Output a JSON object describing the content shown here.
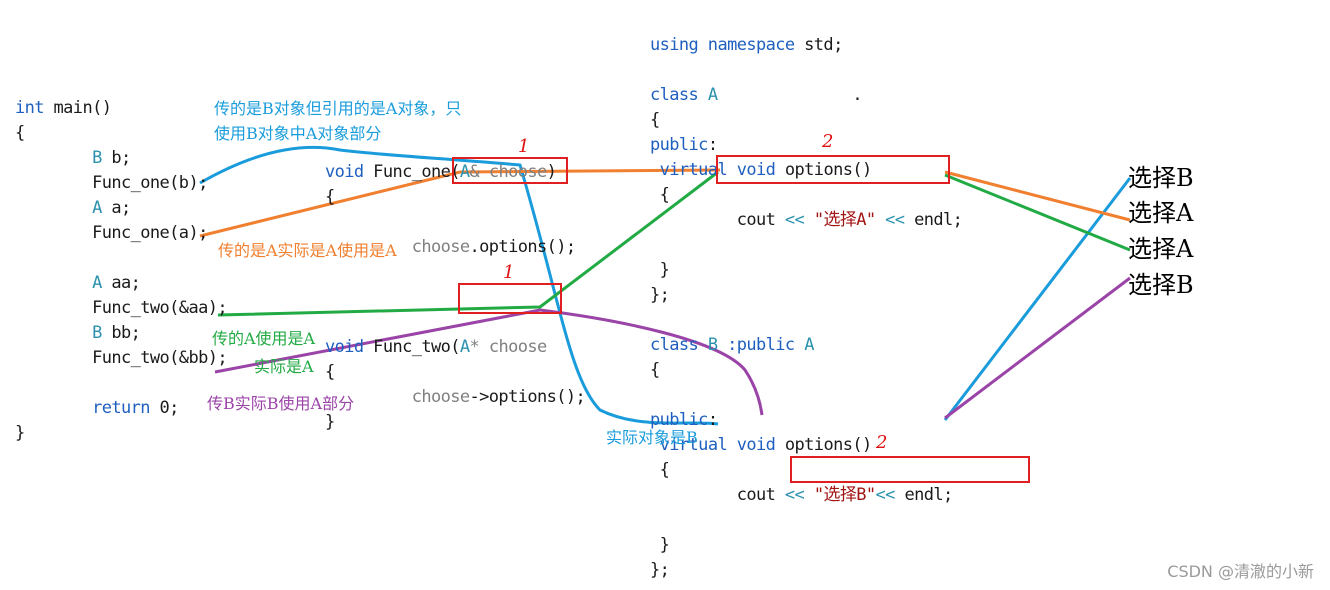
{
  "main_code": {
    "l1_kw": "int",
    "l1_rest": " main()",
    "l2": "{",
    "l3_type": "B",
    "l3_rest": " b;",
    "l4": "Func_one(b);",
    "l5_type": "A",
    "l5_rest": " a;",
    "l6": "Func_one(a);",
    "l7_type": "A",
    "l7_rest": " aa;",
    "l8": "Func_two(&aa);",
    "l9_type": "B",
    "l9_rest": " bb;",
    "l10": "Func_two(&bb);",
    "l11_kw": "return",
    "l11_rest": " 0;",
    "l12": "}"
  },
  "func_code": {
    "f1_kw": "void",
    "f1_name": " Func_one(",
    "f1_type": "A",
    "f1_param": "& choose",
    "f1_close": ")",
    "f1_brace_open": "{",
    "f1_body_obj": "choose",
    "f1_body_rest": ".options();",
    "f2_kw": "void",
    "f2_name": " Func_two(",
    "f2_type": "A",
    "f2_param": "* choose",
    "f2_brace_open": "{",
    "f2_body_obj": "choose",
    "f2_body_rest": "->options();",
    "f2_brace_close": "}"
  },
  "class_code": {
    "using_kw": "using namespace",
    "using_rest": " std;",
    "classA_kw": "class",
    "classA_name": " A",
    "dot": ".",
    "a_open": "{",
    "a_public": "public",
    "a_colon": ":",
    "a_virtual": "virtual void",
    "a_method": " options()",
    "a_m_open": "{",
    "a_cout": "cout ",
    "a_op1": "<<",
    "a_str": " \"选择A\" ",
    "a_op2": "<<",
    "a_endl": " endl;",
    "a_m_close": "}",
    "a_close": "};",
    "classB_kw": "class",
    "classB_name": " B",
    "classB_inherit": " :public",
    "classB_base": " A",
    "b_open": "{",
    "b_public": "public",
    "b_colon": ":",
    "b_virtual": "virtual void",
    "b_method": " options()",
    "b_m_open": "{",
    "b_cout": "cout ",
    "b_op1": "<<",
    "b_str": " \"选择B\"",
    "b_op2": "<<",
    "b_endl": " endl;",
    "b_m_close": "}",
    "b_close": "};"
  },
  "annotations": {
    "blue_top_1": "传的是B对象但引用的是A对象，只",
    "blue_top_2": "使用B对象中A对象部分",
    "orange": "传的是A实际是A使用是A",
    "green_1": "传的A使用是A",
    "green_2": "实际是A",
    "purple": "传B实际B使用A部分",
    "blue_bottom": "实际对象是B"
  },
  "markers": {
    "m1a": "1",
    "m1b": "1",
    "m2a": "2",
    "m2b": "2"
  },
  "outputs": [
    "选择B",
    "选择A",
    "选择A",
    "选择B"
  ],
  "watermark": "CSDN @清澈的小新",
  "colors": {
    "blue": "#1a9cdc",
    "orange": "#f08030",
    "green": "#22aa44",
    "purple": "#9b44a8",
    "red": "#e02020"
  }
}
